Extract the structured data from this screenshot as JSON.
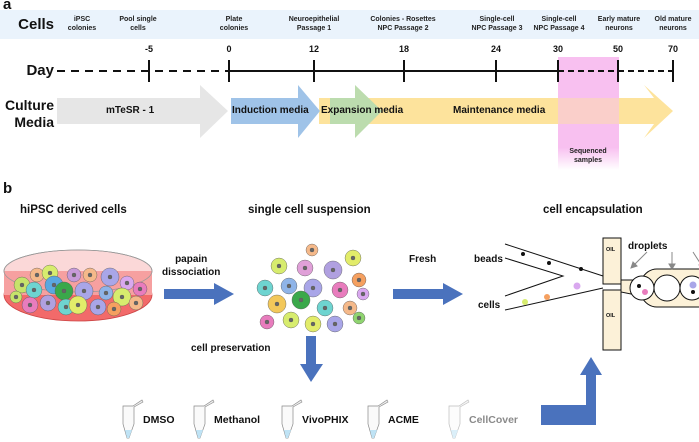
{
  "panel_a": {
    "label": "a",
    "rows": {
      "cells": "Cells",
      "day": "Day",
      "culture_media_line1": "Culture",
      "culture_media_line2": "Media"
    },
    "stages": [
      {
        "line1": "iPSC",
        "line2": "colonies"
      },
      {
        "line1": "Pool single",
        "line2": "cells"
      },
      {
        "line1": "Plate",
        "line2": "colonies"
      },
      {
        "line1": "Neuroepithelial",
        "line2": "Passage 1"
      },
      {
        "line1": "Colonies - Rosettes",
        "line2": "NPC Passage 2"
      },
      {
        "line1": "Single-cell",
        "line2": "NPC Passage 3"
      },
      {
        "line1": "Single-cell",
        "line2": "NPC Passage 4"
      },
      {
        "line1": "Early mature",
        "line2": "neurons"
      },
      {
        "line1": "Old mature",
        "line2": "neurons"
      }
    ],
    "day_ticks": [
      "-5",
      "0",
      "12",
      "18",
      "24",
      "30",
      "50",
      "70"
    ],
    "media": [
      {
        "label": "mTeSR - 1",
        "color": "#e6e6e6"
      },
      {
        "label": "Induction media",
        "color": "#9fc3e8"
      },
      {
        "label": "Expansion media",
        "color": "#bcdcae"
      },
      {
        "label": "Maintenance media",
        "color": "#fde39c"
      }
    ],
    "sequenced": {
      "line1": "Sequenced",
      "line2": "samples",
      "color": "#f8c0f0"
    }
  },
  "panel_b": {
    "label": "b",
    "titles": {
      "left": "hiPSC derived cells",
      "middle": "single cell suspension",
      "right": "cell encapsulation"
    },
    "steps": {
      "dissociation_line1": "papain",
      "dissociation_line2": "dissociation",
      "fresh": "Fresh",
      "preservation": "cell preservation"
    },
    "microfluidics": {
      "beads": "beads",
      "cells": "cells",
      "droplets": "droplets",
      "oil": "OIL"
    },
    "preservation_methods": [
      {
        "label": "DMSO",
        "faded": false
      },
      {
        "label": "Methanol",
        "faded": false
      },
      {
        "label": "VivoPHIX",
        "faded": false
      },
      {
        "label": "ACME",
        "faded": false
      },
      {
        "label": "CellCover",
        "faded": true
      }
    ],
    "arrow_color": "#4a72bd"
  }
}
